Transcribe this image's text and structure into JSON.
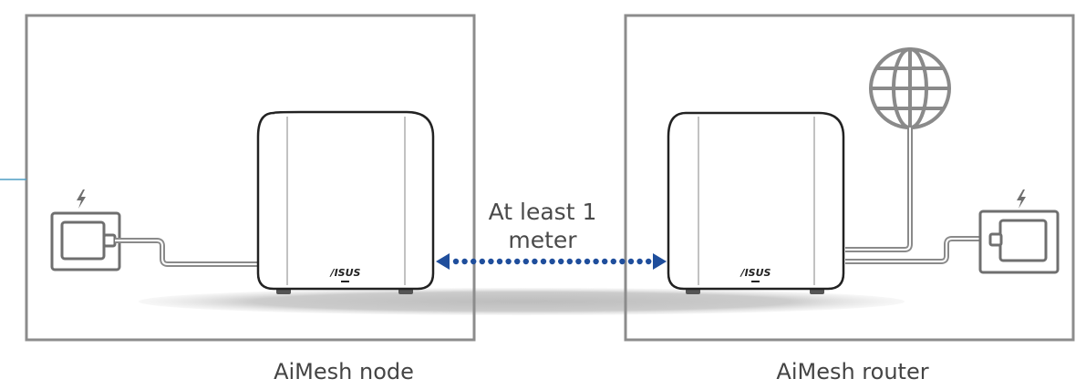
{
  "captions": {
    "node": "AiMesh node",
    "router": "AiMesh router"
  },
  "distance": {
    "line1": "At least 1",
    "line2": "meter"
  },
  "device": {
    "brand_logo": "/ISUS"
  },
  "icons": {
    "internet": "globe-icon",
    "power": "lightning-bolt-icon",
    "outlet": "power-outlet-icon"
  },
  "colors": {
    "frame": "#8c8c8c",
    "cable": "#8a8a8a",
    "arrow": "#1f4e9c",
    "accent_line": "#4f9dc4",
    "shadow": "#c9c9c9"
  }
}
